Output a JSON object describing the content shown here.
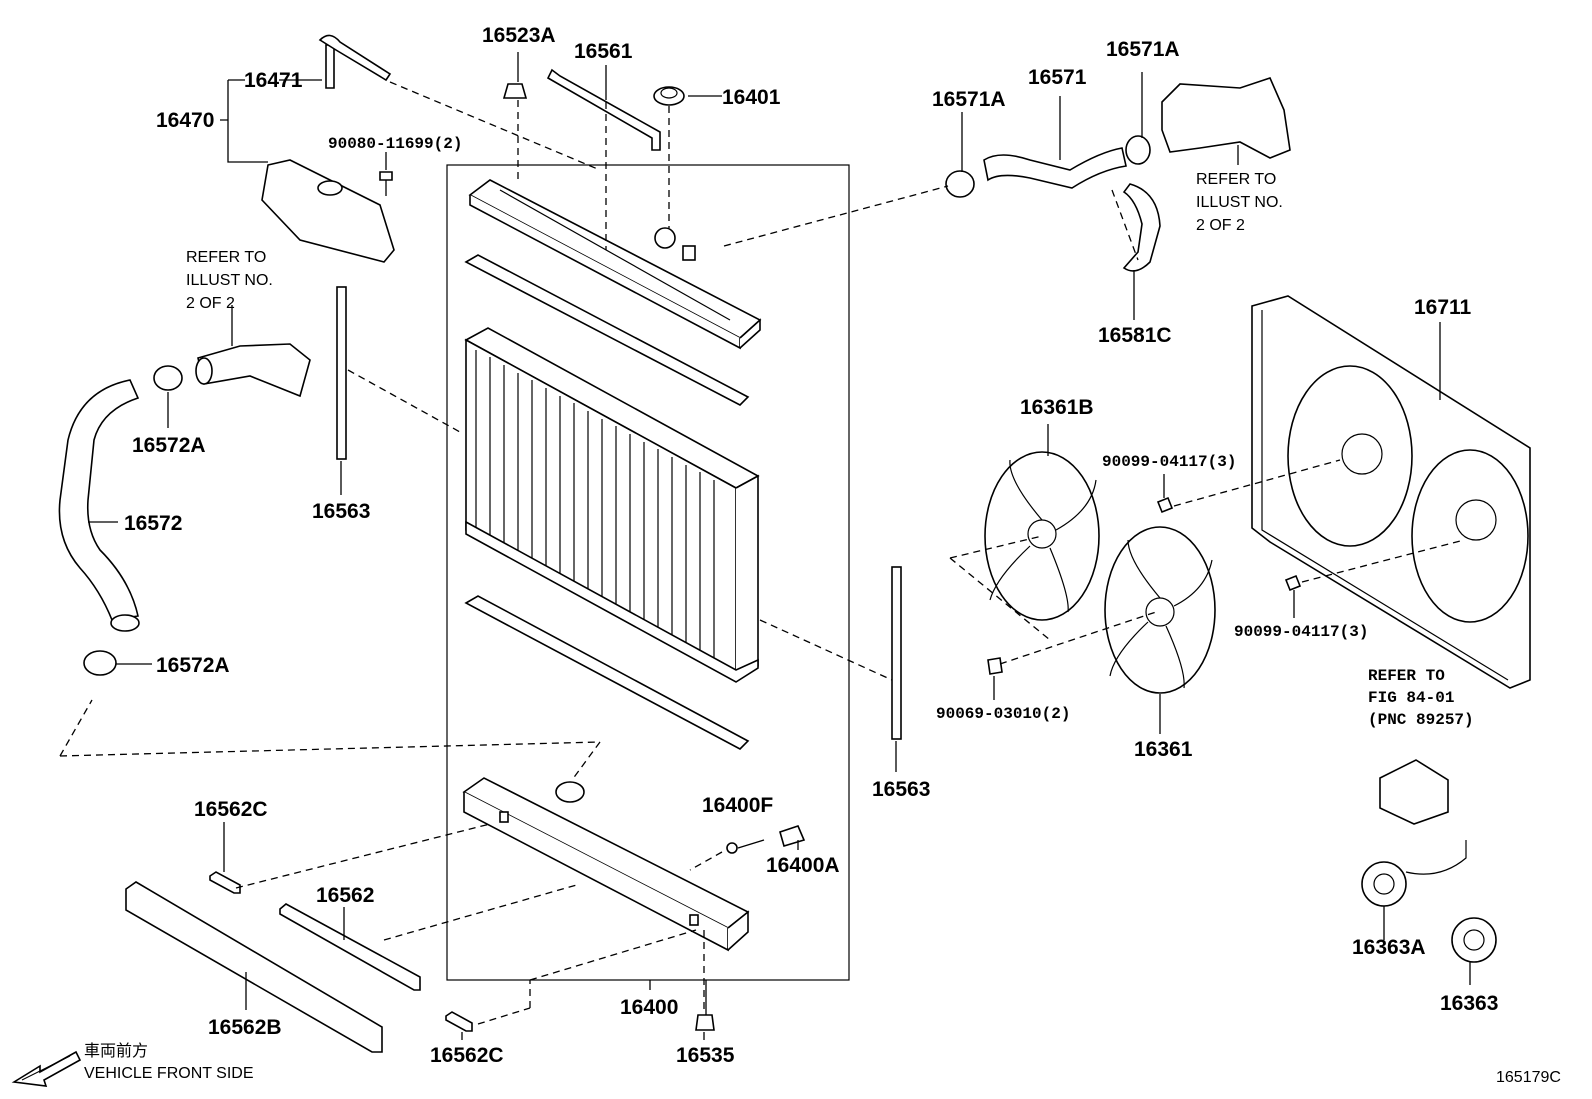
{
  "labels": {
    "p16523A": "16523A",
    "p16561": "16561",
    "p16401": "16401",
    "p16471": "16471",
    "p16470": "16470",
    "p90080": "90080-11699(2)",
    "p16563_left": "16563",
    "p16572A_top": "16572A",
    "p16572": "16572",
    "p16572A_bot": "16572A",
    "p16571A_left": "16571A",
    "p16571": "16571",
    "p16571A_right": "16571A",
    "p16581C": "16581C",
    "p16711": "16711",
    "p16361B": "16361B",
    "p90099_top": "90099-04117(3)",
    "p90099_bot": "90099-04117(3)",
    "p90069": "90069-03010(2)",
    "p16361": "16361",
    "p16563_right": "16563",
    "p16400F": "16400F",
    "p16400A": "16400A",
    "p16400": "16400",
    "p16535": "16535",
    "p16562C_top": "16562C",
    "p16562": "16562",
    "p16562B": "16562B",
    "p16562C_bot": "16562C",
    "p16363A": "16363A",
    "p16363": "16363"
  },
  "notes": {
    "refer_left": [
      "REFER TO",
      "ILLUST NO.",
      "2 OF 2"
    ],
    "refer_right": [
      "REFER TO",
      "ILLUST NO.",
      "2 OF 2"
    ],
    "refer_fig": [
      "REFER TO",
      "FIG 84-01",
      "(PNC 89257)"
    ]
  },
  "direction": {
    "jp": "車両前方",
    "en": "VEHICLE FRONT SIDE"
  },
  "figure_code": "165179C"
}
